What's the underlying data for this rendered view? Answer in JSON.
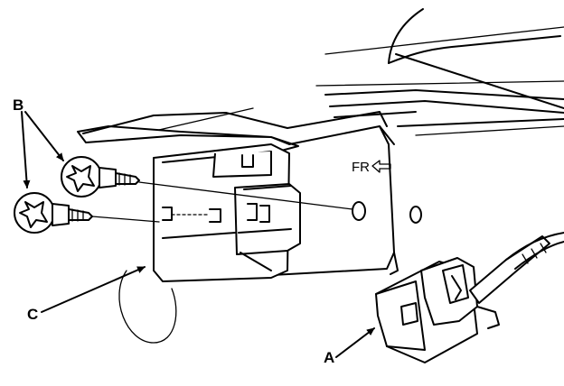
{
  "callouts": {
    "a": "A",
    "b": "B",
    "c": "C"
  },
  "direction_label": "FR"
}
